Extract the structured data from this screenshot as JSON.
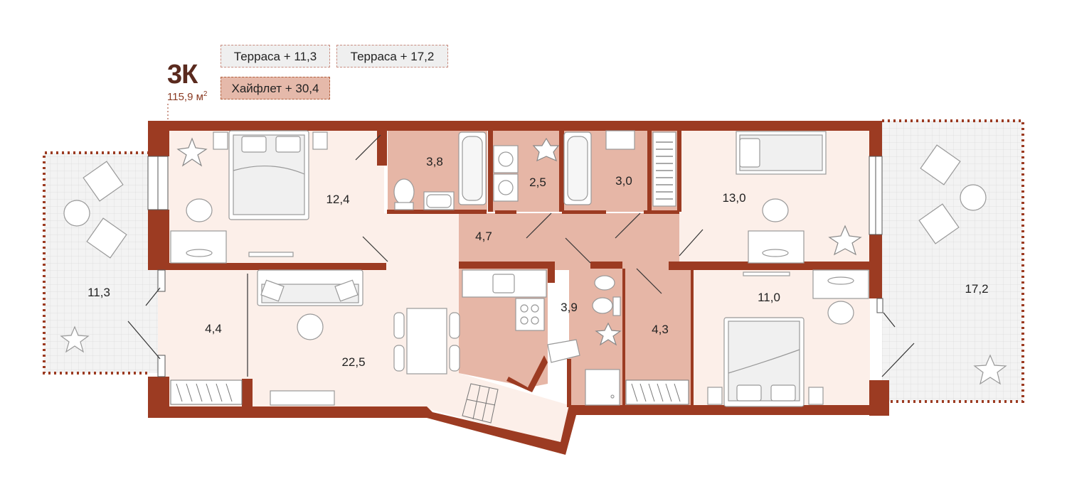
{
  "apartment": {
    "type": "3К",
    "area": "115,9 м",
    "area_sup": "2"
  },
  "tags": [
    {
      "label": "Терраса + 11,3",
      "style": "grey"
    },
    {
      "label": "Терраса + 17,2",
      "style": "grey"
    },
    {
      "label": "Хайфлет + 30,4",
      "style": "pink"
    }
  ],
  "rooms": [
    {
      "id": "bedroom-left",
      "area": "12,4"
    },
    {
      "id": "bathroom-1",
      "area": "3,8"
    },
    {
      "id": "laundry",
      "area": "2,5"
    },
    {
      "id": "bathroom-2",
      "area": "3,0"
    },
    {
      "id": "bedroom-right-top",
      "area": "13,0"
    },
    {
      "id": "hall",
      "area": "4,7"
    },
    {
      "id": "terrace-left",
      "area": "11,3"
    },
    {
      "id": "entrance",
      "area": "4,4"
    },
    {
      "id": "living-room",
      "area": "22,5"
    },
    {
      "id": "bathroom-3",
      "area": "3,9"
    },
    {
      "id": "closet",
      "area": "4,3"
    },
    {
      "id": "bedroom-right-bottom",
      "area": "11,0"
    },
    {
      "id": "terrace-right",
      "area": "17,2"
    }
  ],
  "colors": {
    "wall": "#9c3b22",
    "room_light": "#fcefe9",
    "room_wet": "#e6b6a6",
    "terrace": "#f1f1f1",
    "accent": "#5a2a1e"
  }
}
